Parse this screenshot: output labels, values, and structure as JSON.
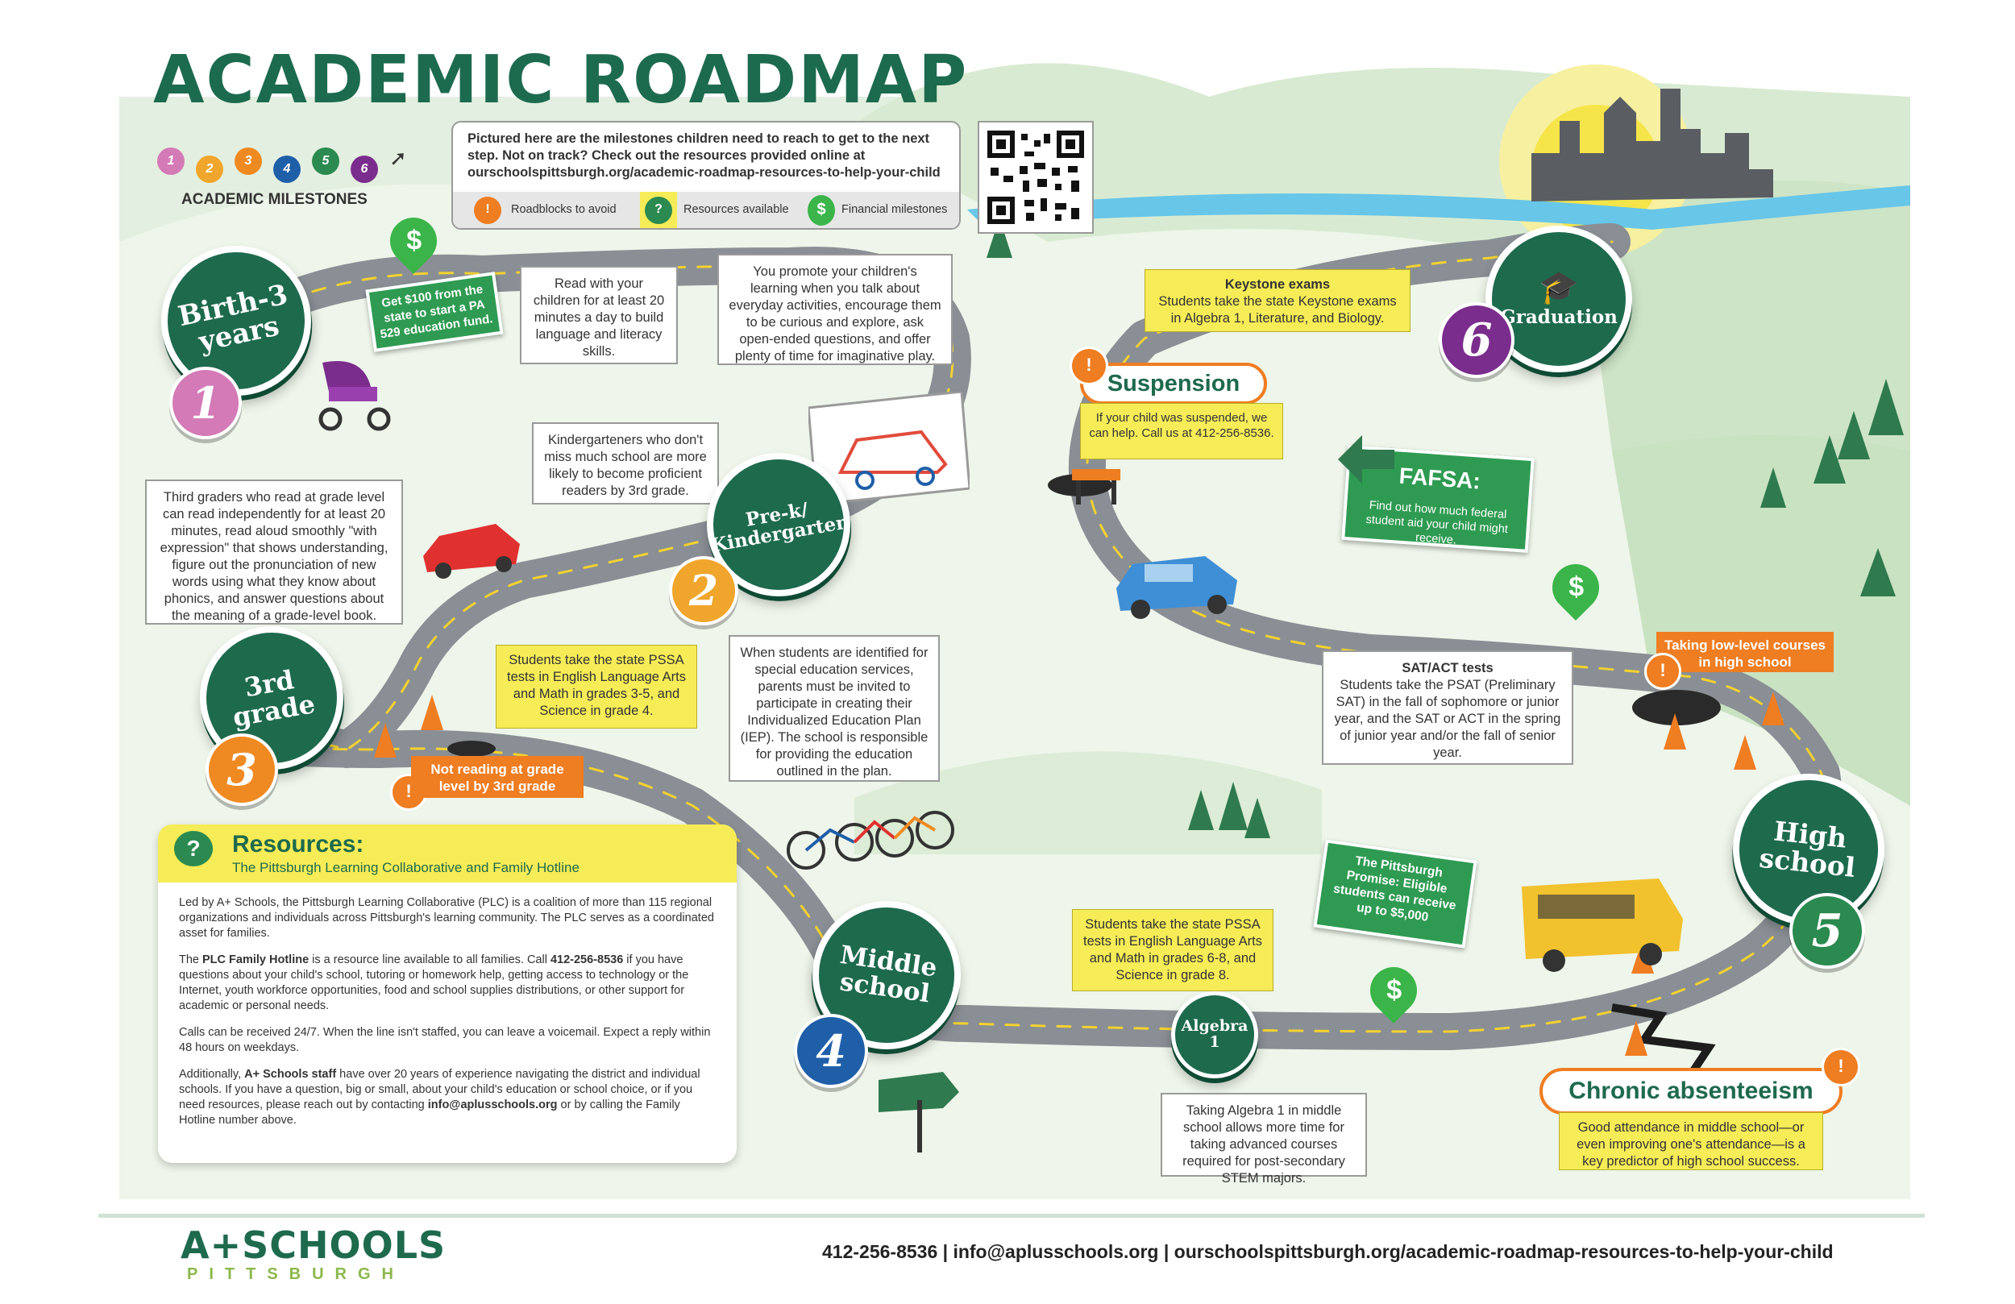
{
  "title": "ACADEMIC ROADMAP",
  "legend": {
    "milestones_label": "ACADEMIC MILESTONES",
    "dots": [
      "1",
      "2",
      "3",
      "4",
      "5",
      "6"
    ],
    "dot_colors": [
      "#d47ab7",
      "#f0a62c",
      "#ef8a22",
      "#1f5fa8",
      "#2b8a4f",
      "#7a2d8c"
    ],
    "intro": "Pictured here are the milestones children need to reach to get to the next step. Not on track? Check out the resources provided online at ourschoolspittsburgh.org/academic-roadmap-resources-to-help-your-child",
    "roadblocks": "Roadblocks to avoid",
    "resources_available": "Resources available",
    "financial": "Financial milestones"
  },
  "milestones": {
    "m1": {
      "label": "Birth-3 years",
      "num": "1"
    },
    "m2": {
      "label": "Pre-k/ Kindergarten",
      "num": "2"
    },
    "m3": {
      "label": "3rd grade",
      "num": "3"
    },
    "m4": {
      "label": "Middle school",
      "num": "4"
    },
    "m5": {
      "label": "High school",
      "num": "5"
    },
    "m6": {
      "label": "Graduation",
      "num": "6"
    },
    "algebra": "Algebra 1"
  },
  "boxes": {
    "fund": "Get $100 from the state to start a PA 529 education fund.",
    "read": "Read with your children for at least 20 minutes a day to build language and literacy skills.",
    "promote": "You promote your children's learning when you talk about everyday activities, encourage them to be curious and explore, ask open-ended questions, and offer plenty of time for imaginative play.",
    "kinder": "Kindergarteners who don't miss much school are more likely to become proficient readers by 3rd grade.",
    "third": "Third graders who read at grade level can read independently for at least 20 minutes, read aloud smoothly \"with expression\" that shows understanding, figure out the pronunciation of new words using what they know about phonics, and answer questions about the meaning of a grade-level book.",
    "pssa1": "Students take the state PSSA tests in English Language Arts and Math in grades 3-5, and Science in grade 4.",
    "special": "When students are identified for special education services, parents must be invited to participate in creating their Individualized Education Plan (IEP). The school is responsible for providing the education outlined in the plan.",
    "not_reading": "Not reading at grade level by 3rd grade",
    "keystone_title": "Keystone exams",
    "keystone": "Students take the state Keystone exams in Algebra 1, Literature, and Biology.",
    "suspension_title": "Suspension",
    "suspension": "If your child was suspended, we can help. Call us at 412-256-8536.",
    "fafsa_title": "FAFSA:",
    "fafsa": "Find out how much federal student aid your child might receive.",
    "sat_title": "SAT/ACT tests",
    "sat": "Students take the PSAT (Preliminary SAT) in the fall of sophomore or junior year, and the SAT or ACT in the spring of junior year and/or the fall of senior year.",
    "low_level": "Taking low-level courses in high school",
    "promise": "The Pittsburgh Promise: Eligible students can receive up to $5,000",
    "pssa2": "Students take the state PSSA tests in English Language Arts and Math in grades 6-8, and Science in grade 8.",
    "algebra_box": "Taking Algebra 1 in middle school allows more time for taking advanced courses required for post-secondary STEM majors.",
    "chronic_title": "Chronic absenteeism",
    "chronic": "Good attendance in middle school—or even improving one's attendance—is a key predictor of high school success."
  },
  "resources": {
    "title": "Resources:",
    "subtitle": "The Pittsburgh Learning Collaborative and Family Hotline",
    "p1": "Led by A+ Schools, the Pittsburgh Learning Collaborative (PLC) is a coalition of more than 115 regional organizations and individuals across Pittsburgh's learning community. The PLC serves as a coordinated asset for families.",
    "p2a": "The ",
    "p2b": "PLC Family Hotline",
    "p2c": " is a resource line available to all families. Call ",
    "p2d": "412-256-8536",
    "p2e": " if you have questions about your child's school, tutoring or homework help, getting access to technology or the Internet, youth workforce opportunities, food and school supplies distributions, or other support for academic or personal needs.",
    "p3": "Calls can be received 24/7. When the line isn't staffed, you can leave a voicemail. Expect a reply within 48 hours on weekdays.",
    "p4a": "Additionally, ",
    "p4b": "A+ Schools staff",
    "p4c": " have over 20 years of experience navigating the district and individual schools. If you have a question, big or small, about your child's education or school choice, or if you need resources, please reach out by contacting ",
    "p4d": "info@aplusschools.org",
    "p4e": " or by calling the Family Hotline number above."
  },
  "footer": {
    "logo_main": "A+SCHOOLS",
    "logo_sub": "PITTSBURGH",
    "contact": "412-256-8536  |  info@aplusschools.org  |  ourschoolspittsburgh.org/academic-roadmap-resources-to-help-your-child"
  },
  "colors": {
    "green_dark": "#1e6a4d",
    "road": "#8a8f95",
    "yellow": "#f6ec57",
    "orange": "#ef7d22",
    "sky": "#e8f3e8"
  }
}
